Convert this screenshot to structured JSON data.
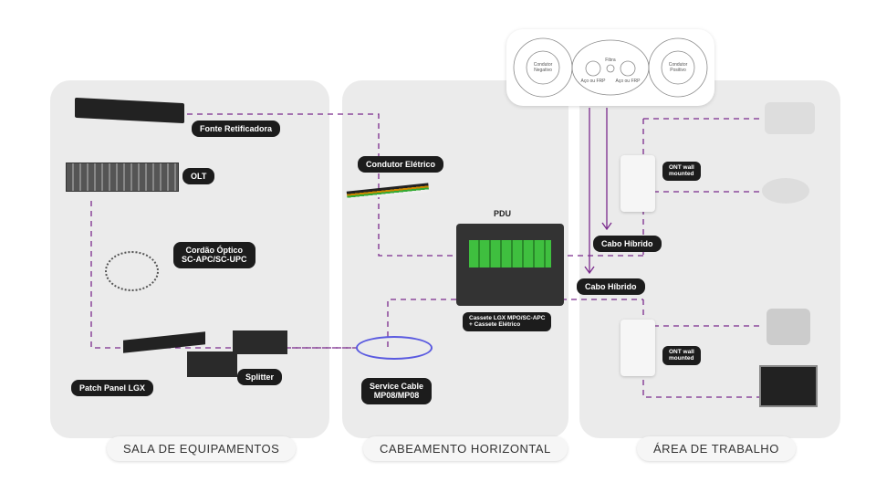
{
  "sections": [
    "SALA DE EQUIPAMENTOS",
    "CABEAMENTO HORIZONTAL",
    "ÁREA DE TRABALHO"
  ],
  "labels": {
    "fonte": "Fonte Retificadora",
    "olt": "OLT",
    "cordao": "Cordão Óptico\nSC-APC/SC-UPC",
    "patch": "Patch Panel LGX",
    "splitter": "Splitter",
    "condutor": "Condutor Elétrico",
    "pdu": "PDU",
    "cassete": "Cassete LGX MPO/SC-APC\n+ Cassete Elétrico",
    "service": "Service Cable\nMP08/MP08",
    "cabo1": "Cabo Híbrido",
    "cabo2": "Cabo Híbrido",
    "ont1": "ONT wall\nmounted",
    "ont2": "ONT wall\nmounted"
  },
  "cable_section": {
    "neg": "Condutor Negativo",
    "fibra": "Fibra",
    "aco1": "Aço ou FRP",
    "aco2": "Aço ou FRP",
    "pos": "Condutor Positivo"
  },
  "colors": {
    "line": "#7a2a8c",
    "panel": "#ebebeb",
    "label": "#1c1c1c",
    "fiber_green": "#3fbf3f"
  }
}
